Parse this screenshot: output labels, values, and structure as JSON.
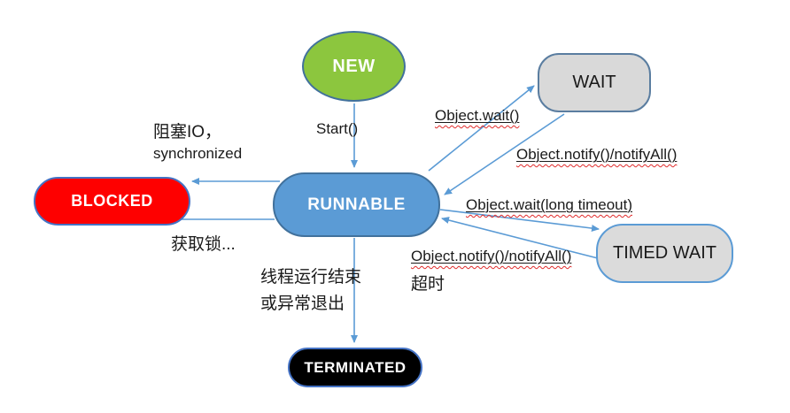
{
  "states": {
    "new": "NEW",
    "wait": "WAIT",
    "runnable": "RUNNABLE",
    "blocked": "BLOCKED",
    "timed_wait": "TIMED WAIT",
    "terminated": "TERMINATED"
  },
  "transitions": {
    "start": "Start()",
    "wait_call": "Object.wait()",
    "notify_call": "Object.notify()/notifyAll()",
    "timed_wait_call": "Object.wait(long timeout)",
    "timed_notify_call": "Object.notify()/notifyAll()",
    "timed_notify_suffix": "超时",
    "blocked_cause_line1": "阻塞IO，",
    "blocked_cause_line2": "synchronized",
    "acquire_lock": "获取锁...",
    "terminate_cause_line1": "线程运行结束",
    "terminate_cause_line2": "或异常退出"
  },
  "colors": {
    "new_fill": "#8CC63E",
    "runnable_fill": "#5B9BD5",
    "wait_fill": "#D9D9D9",
    "timed_wait_fill": "#DBDBDB",
    "blocked_fill": "#FE0000",
    "terminated_fill": "#000000",
    "shape_border": "#41719C",
    "arrow": "#5B9BD5",
    "spellcheck_underline": "#E02B2B",
    "text_dark": "#1A1A1A",
    "text_light": "#FFFFFF"
  }
}
